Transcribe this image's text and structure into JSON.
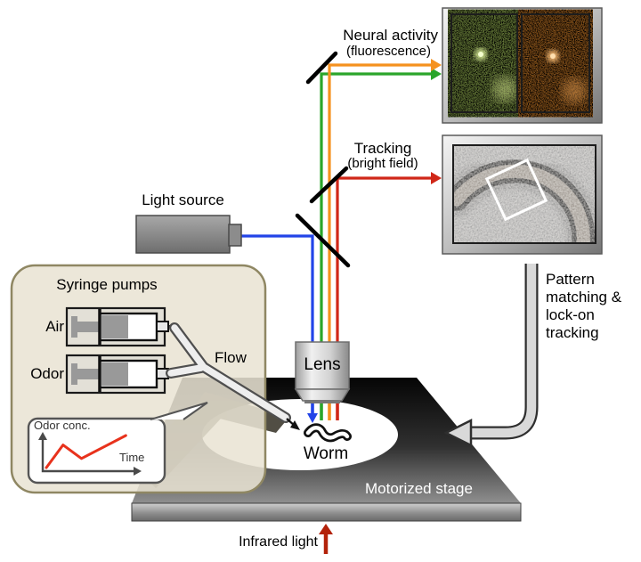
{
  "figure": {
    "neural_activity_label": "Neural activity",
    "neural_activity_sub": "(fluorescence)",
    "tracking_label": "Tracking",
    "tracking_sub": "(bright field)",
    "light_source_label": "Light source",
    "syringe_box_title": "Syringe pumps",
    "syringe_air_label": "Air",
    "syringe_odor_label": "Odor",
    "flow_label": "Flow",
    "lens_label": "Lens",
    "worm_label": "Worm",
    "stage_label": "Motorized stage",
    "infrared_label": "Infrared light",
    "pattern_lines": [
      "Pattern",
      "matching &",
      "lock-on",
      "tracking"
    ]
  },
  "inset_bubble": {
    "title": "Odor conc.",
    "x_axis_label": "Time"
  },
  "chart_data": {
    "type": "line",
    "title": "Odor conc.",
    "xlabel": "Time",
    "ylabel": "Odor conc.",
    "x": [
      0.0,
      0.2,
      0.42,
      0.95
    ],
    "y": [
      0.05,
      0.72,
      0.32,
      1.0
    ],
    "series": [
      {
        "name": "odor-concentration",
        "color": "#e8321c"
      }
    ],
    "axes": "schematic arrows, no ticks",
    "grid": false
  },
  "images": {
    "fluorescence_left": "green-channel fluorescence micrograph with bright neuron spot",
    "fluorescence_right": "orange-channel fluorescence micrograph with bright neuron spot",
    "tracking_image": "bright-field micrograph of curved worm with white pattern-matching box overlay"
  },
  "colors": {
    "beam_blue": "#2244e8",
    "beam_green": "#2aa52a",
    "beam_orange": "#f5911e",
    "beam_red": "#d02718",
    "infrared_red": "#b3220a",
    "syringe_box_fill": "#e9e4d3",
    "syringe_box_border": "#8f8763",
    "stage_dark": "#0a0a0a",
    "stage_light": "#8f8f8f",
    "panel_frame_light": "#f2f2f2",
    "panel_frame_dark": "#7e7e7e",
    "fluor_green_base": "#87a04e",
    "fluor_orange_base": "#b4712a",
    "bright_field_base": "#c9c9c9"
  }
}
